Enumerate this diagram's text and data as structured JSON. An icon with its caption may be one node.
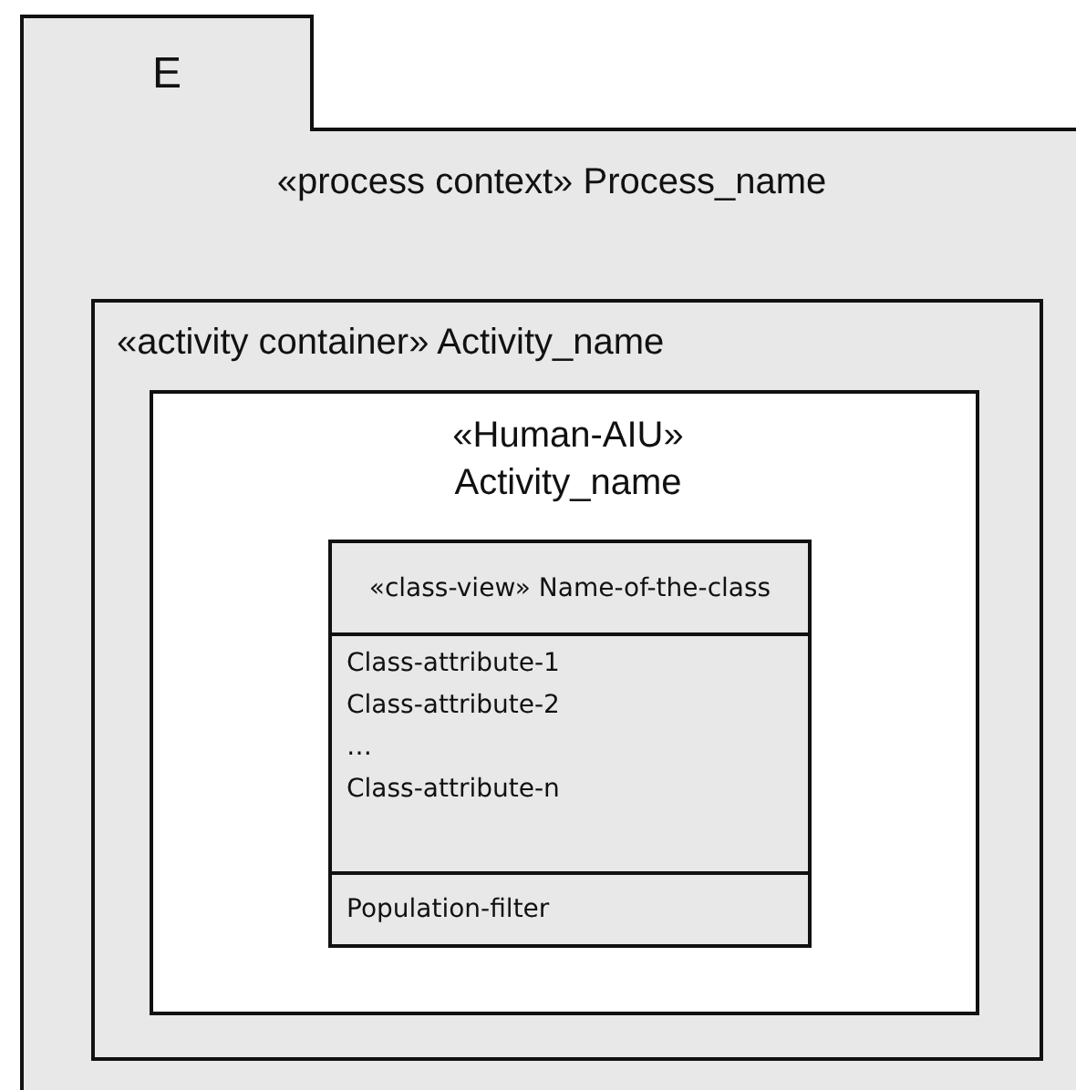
{
  "diagram": {
    "nodes": [
      {
        "text": [
          "E",
          "«process context» Process_name"
        ]
      },
      {
        "text": [
          "«activity container» Activity_name"
        ],
        "in": 0
      },
      {
        "text": [
          "«Human-AIU» Activity_name"
        ],
        "in": 1
      },
      {
        "text": [
          "«class-view» Name-of-the-class",
          "Class-attribute-1",
          "Class-attribute-2",
          "…",
          "Class-attribute-n",
          "Population-filter"
        ],
        "in": 2
      }
    ]
  }
}
